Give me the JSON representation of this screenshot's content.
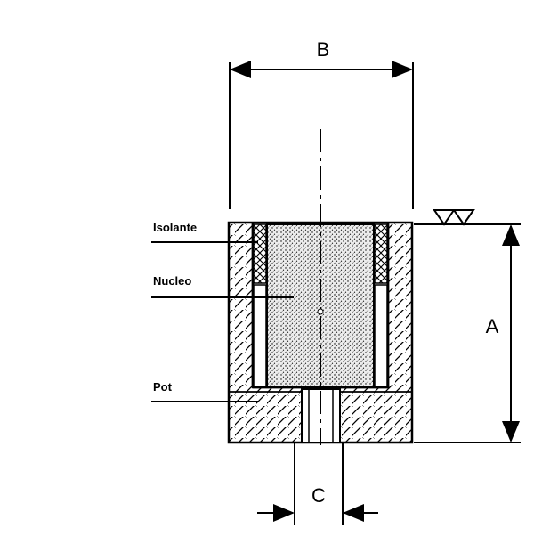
{
  "diagram": {
    "dimensions": {
      "b": "B",
      "a": "A",
      "c": "C"
    },
    "labels": {
      "isolante": "Isolante",
      "nucleo": "Nucleo",
      "pot": "Pot"
    },
    "colors": {
      "line": "#000000",
      "background": "#ffffff",
      "core_speckle": "#000000"
    }
  }
}
